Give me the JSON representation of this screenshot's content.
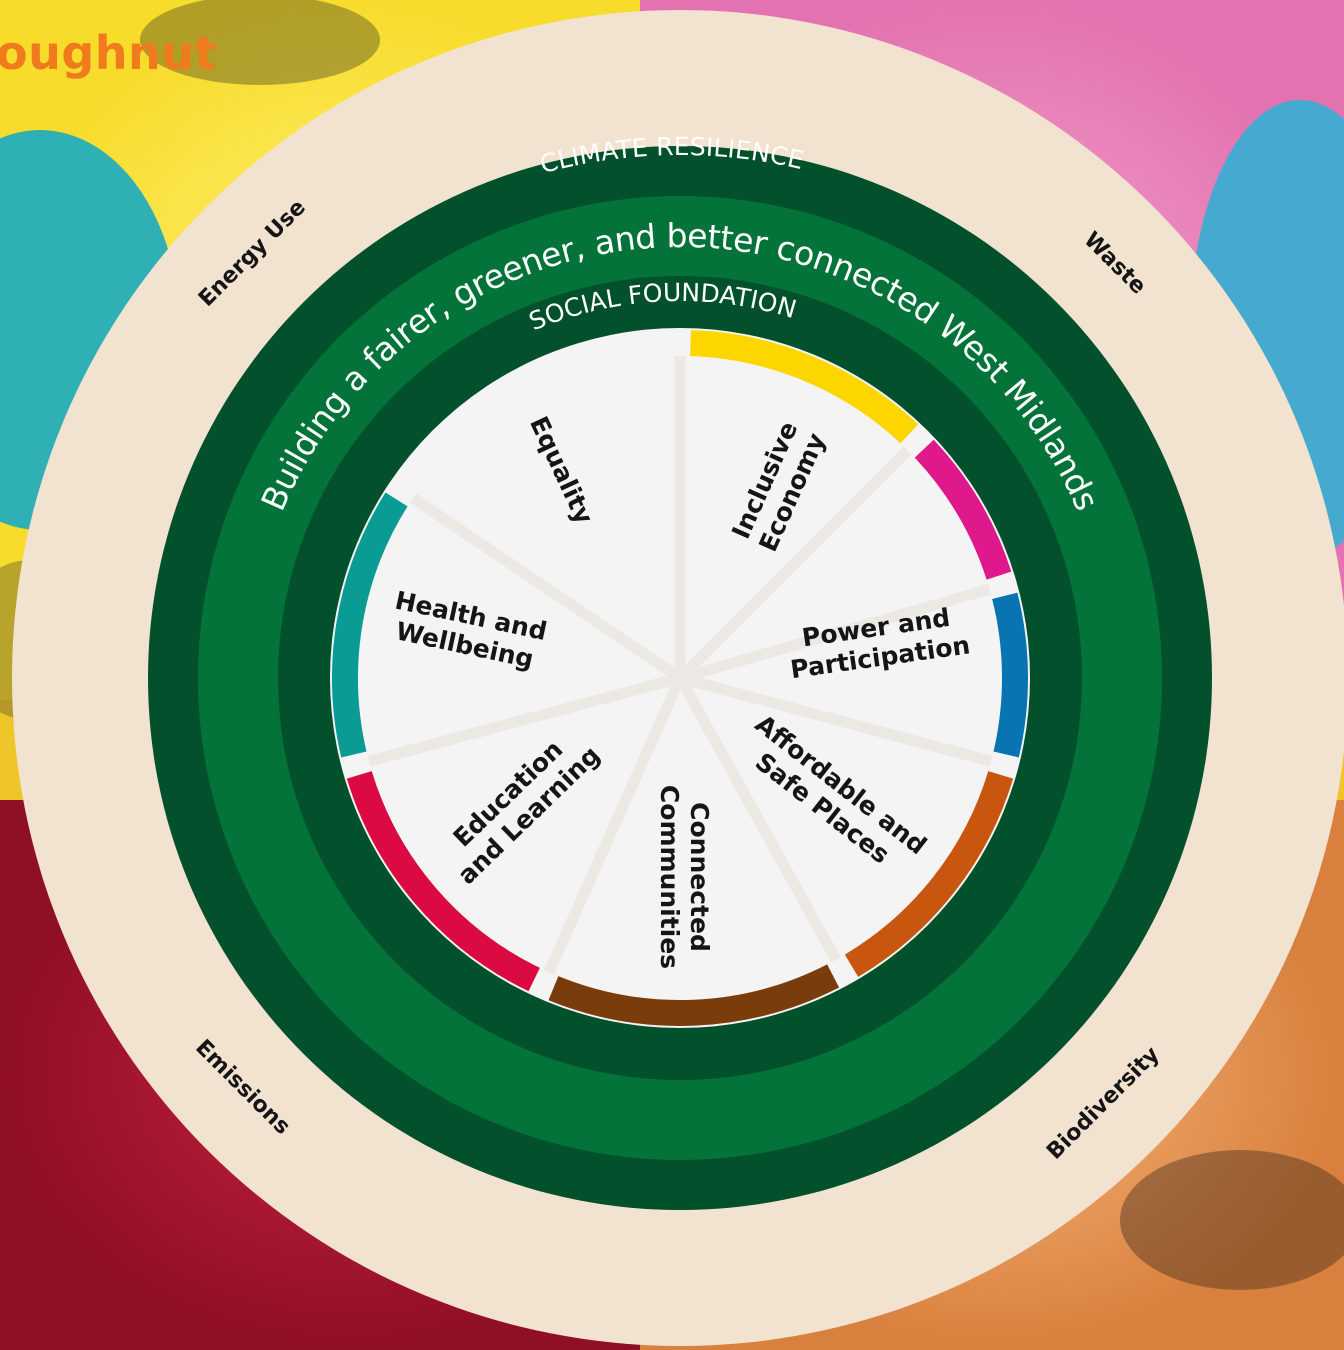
{
  "page_title": "oughnut",
  "colors": {
    "title": "#f07a1c",
    "cream": "#f2e2d0",
    "dark_green": "#02512c",
    "mid_green": "#04733a",
    "inner_fill": "#f4f4f4",
    "spoke": "#ece8e4"
  },
  "doughnut": {
    "outer_ring_title": "CLIMATE RESILIENCE",
    "tagline": "Building a fairer, greener, and better connected West Midlands",
    "inner_ring_title": "SOCIAL FOUNDATION",
    "boundaries": [
      {
        "label": "Energy Use"
      },
      {
        "label": "Waste"
      },
      {
        "label": "Emissions"
      },
      {
        "label": "Biodiversity"
      }
    ],
    "segments": [
      {
        "lines": [
          "Equality"
        ],
        "color": "#fdd600"
      },
      {
        "lines": [
          "Inclusive",
          "Economy"
        ],
        "color": "#df198c"
      },
      {
        "lines": [
          "Power and",
          "Participation"
        ],
        "color": "#0874b2"
      },
      {
        "lines": [
          "Affordable and",
          "Safe Places"
        ],
        "color": "#c8560f"
      },
      {
        "lines": [
          "Connected",
          "Communities"
        ],
        "color": "#7b3c0b"
      },
      {
        "lines": [
          "Education",
          "and Learning"
        ],
        "color": "#db0a42"
      },
      {
        "lines": [
          "Health and",
          "Wellbeing"
        ],
        "color": "#0a9b94"
      }
    ]
  }
}
